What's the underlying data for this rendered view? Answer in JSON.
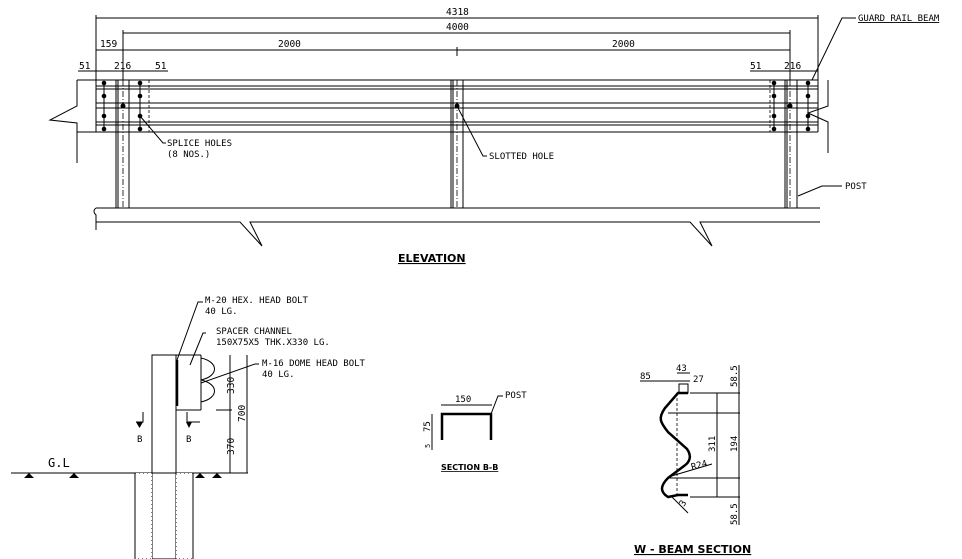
{
  "elevation": {
    "title": "ELEVATION",
    "dims": {
      "overall": "4318",
      "span": "4000",
      "half_left": "2000",
      "half_right": "2000",
      "offset": "159",
      "left_51a": "51",
      "left_216": "216",
      "left_51b": "51",
      "right_51": "51",
      "right_216": "216"
    },
    "labels": {
      "guard_rail_beam": "GUARD RAIL BEAM",
      "splice_holes_1": "SPLICE HOLES",
      "splice_holes_2": "(8 NOS.)",
      "slotted_hole": "SLOTTED HOLE",
      "post": "POST"
    }
  },
  "post_detail": {
    "bolt_1": "M-20 HEX. HEAD BOLT",
    "bolt_1b": "40 LG.",
    "spacer_1": "SPACER CHANNEL",
    "spacer_2": "150X75X5 THK.X330 LG.",
    "bolt_2": "M-16 DOME HEAD BOLT",
    "bolt_2b": "40 LG.",
    "dim_330": "330",
    "dim_370": "370",
    "dim_700": "700",
    "section_mark_left": "B",
    "section_mark_right": "B",
    "ground_level": "G.L"
  },
  "section_bb": {
    "title": "SECTION B-B",
    "width": "150",
    "height": "75",
    "thk": "5",
    "post": "POST"
  },
  "w_beam": {
    "title": "W - BEAM SECTION",
    "d85": "85",
    "d43": "43",
    "d27": "27",
    "d58_top": "58.5",
    "d311": "311",
    "d194": "194",
    "r24": "R24",
    "d3": "3",
    "d58_bot": "58.5"
  }
}
